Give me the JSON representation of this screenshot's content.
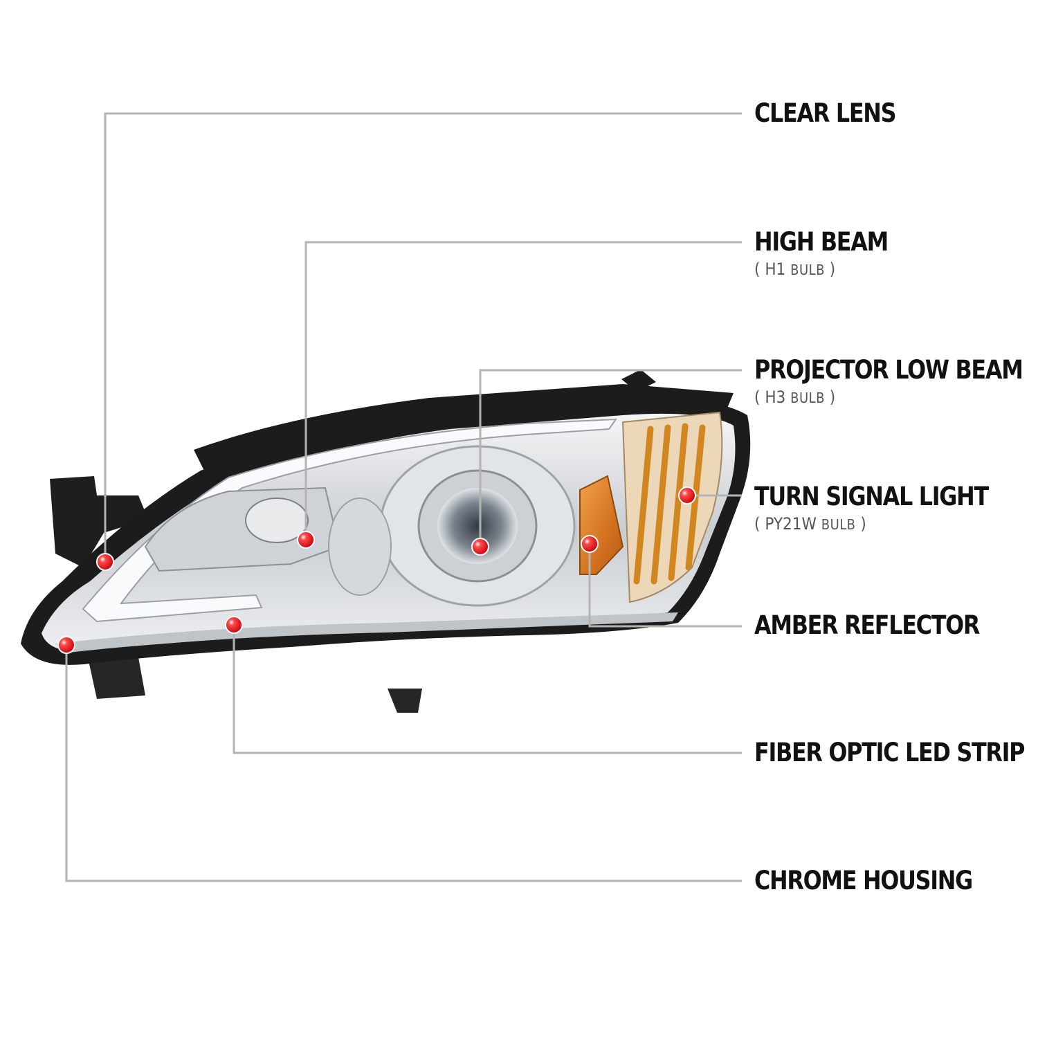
{
  "colors": {
    "leader_line": "#b3b3b3",
    "marker_red": "#e10e12",
    "text": "#111111",
    "subtext": "#555555",
    "amber": "#d9822b",
    "housing_black": "#1c1c1c",
    "chrome": "#d7dadd"
  },
  "callouts": [
    {
      "id": "clear-lens",
      "title": "CLEAR LENS"
    },
    {
      "id": "high-beam",
      "title": "HIGH BEAM",
      "bulb_open": "(",
      "bulb_type": "H1",
      "bulb_word": "BULB",
      "bulb_close": ")"
    },
    {
      "id": "projector-low-beam",
      "title": "PROJECTOR LOW BEAM",
      "bulb_open": "(",
      "bulb_type": "H3",
      "bulb_word": "BULB",
      "bulb_close": ")"
    },
    {
      "id": "turn-signal-light",
      "title": "TURN SIGNAL LIGHT",
      "bulb_open": "(",
      "bulb_type": "PY21W",
      "bulb_word": "BULB",
      "bulb_close": ")"
    },
    {
      "id": "amber-reflector",
      "title": "AMBER REFLECTOR"
    },
    {
      "id": "fiber-optic-led-strip",
      "title": "FIBER OPTIC LED STRIP"
    },
    {
      "id": "chrome-housing",
      "title": "CHROME HOUSING"
    }
  ]
}
